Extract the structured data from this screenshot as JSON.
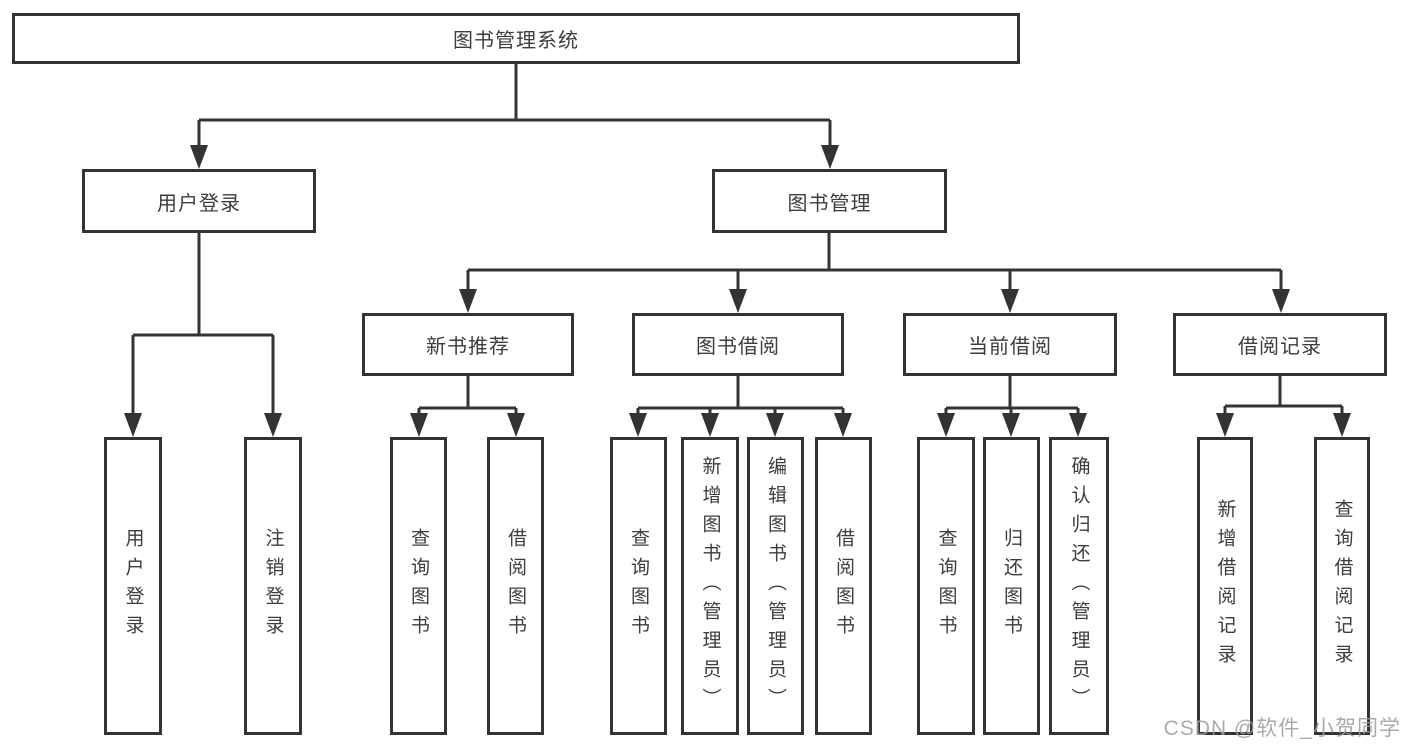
{
  "diagram": {
    "type": "hierarchy-tree",
    "root": {
      "label": "图书管理系统"
    },
    "level1": [
      {
        "label": "用户登录",
        "parent": "图书管理系统"
      },
      {
        "label": "图书管理",
        "parent": "图书管理系统"
      }
    ],
    "level2": [
      {
        "label": "新书推荐",
        "parent": "图书管理"
      },
      {
        "label": "图书借阅",
        "parent": "图书管理"
      },
      {
        "label": "当前借阅",
        "parent": "图书管理"
      },
      {
        "label": "借阅记录",
        "parent": "图书管理"
      }
    ],
    "leaves": [
      {
        "label": "用户登录",
        "parent": "用户登录"
      },
      {
        "label": "注销登录",
        "parent": "用户登录"
      },
      {
        "label": "查询图书",
        "parent": "新书推荐"
      },
      {
        "label": "借阅图书",
        "parent": "新书推荐"
      },
      {
        "label": "查询图书",
        "parent": "图书借阅"
      },
      {
        "label": "新增图书（管理员）",
        "parent": "图书借阅"
      },
      {
        "label": "编辑图书（管理员）",
        "parent": "图书借阅"
      },
      {
        "label": "借阅图书",
        "parent": "图书借阅"
      },
      {
        "label": "查询图书",
        "parent": "当前借阅"
      },
      {
        "label": "归还图书",
        "parent": "当前借阅"
      },
      {
        "label": "确认归还（管理员）",
        "parent": "当前借阅"
      },
      {
        "label": "新增借阅记录",
        "parent": "借阅记录"
      },
      {
        "label": "查询借阅记录",
        "parent": "借阅记录"
      }
    ]
  },
  "watermark": "CSDN @软件_小贺同学",
  "colors": {
    "line": "#333333",
    "text": "#3d3d3d",
    "watermark": "#9e9e9e",
    "background": "#ffffff"
  }
}
